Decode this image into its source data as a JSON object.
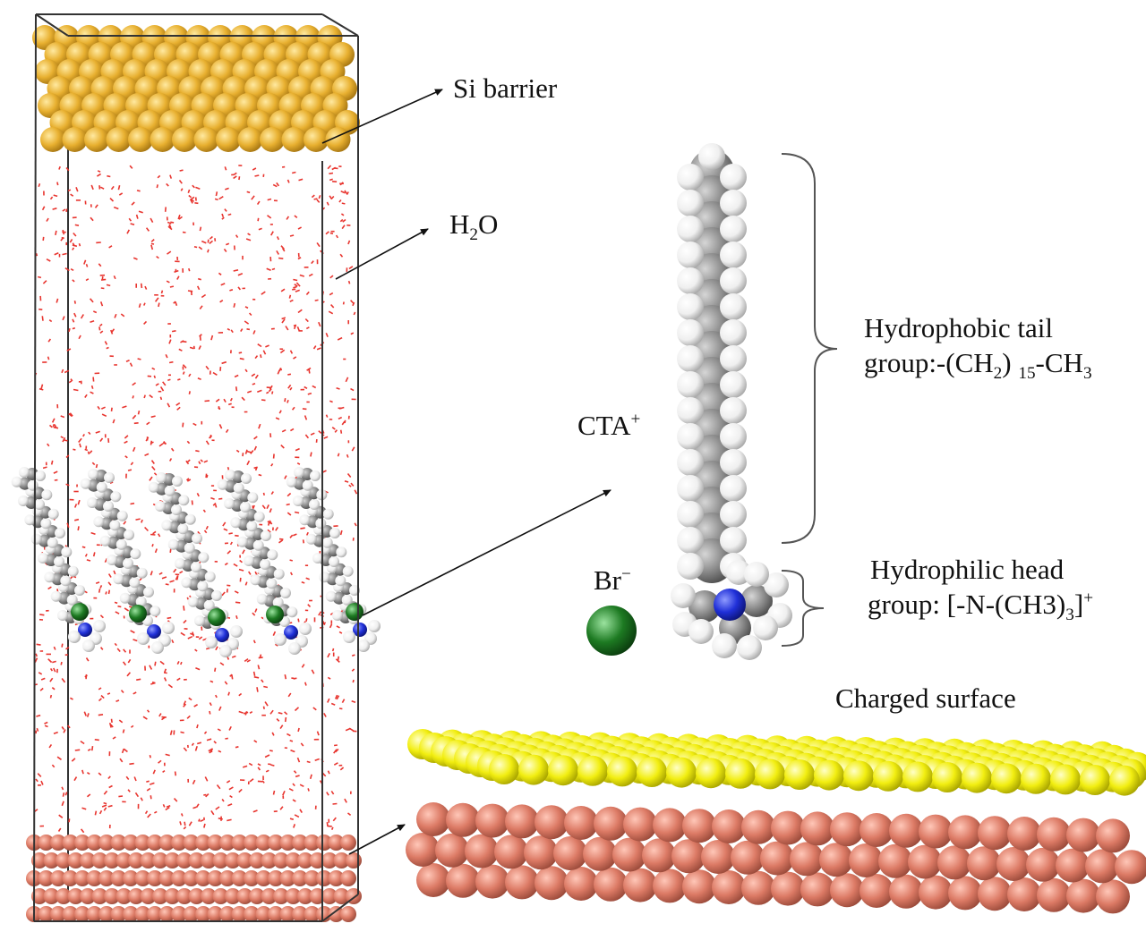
{
  "labels": {
    "si_barrier": "Si barrier",
    "water": {
      "main": "H",
      "sub": "2",
      "tail": "O"
    },
    "cta": {
      "main": "CTA",
      "sup": "+"
    },
    "bromide": {
      "main": "Br",
      "sup": "−"
    },
    "tail_group": {
      "line1": "Hydrophobic tail",
      "line2_a": "group:-(CH",
      "line2_sub1": "2",
      "line2_b": ") ",
      "line2_sub2": "15",
      "line2_c": "-CH",
      "line2_sub3": "3"
    },
    "head_group": {
      "line1": "Hydrophilic head",
      "line2_a": "group: [-N-(CH3)",
      "line2_sub": "3",
      "line2_b": "]",
      "line2_sup": "+"
    },
    "charged_surface": "Charged surface"
  },
  "colors": {
    "si_atom": "#e8b030",
    "water": "#e8352f",
    "carbon": "#8c8c8c",
    "hydrogen": "#f2f2f2",
    "nitrogen": "#2030d8",
    "bromine": "#1d7a22",
    "surface_top": "#f2ee10",
    "surface_body": "#dc7a65"
  }
}
